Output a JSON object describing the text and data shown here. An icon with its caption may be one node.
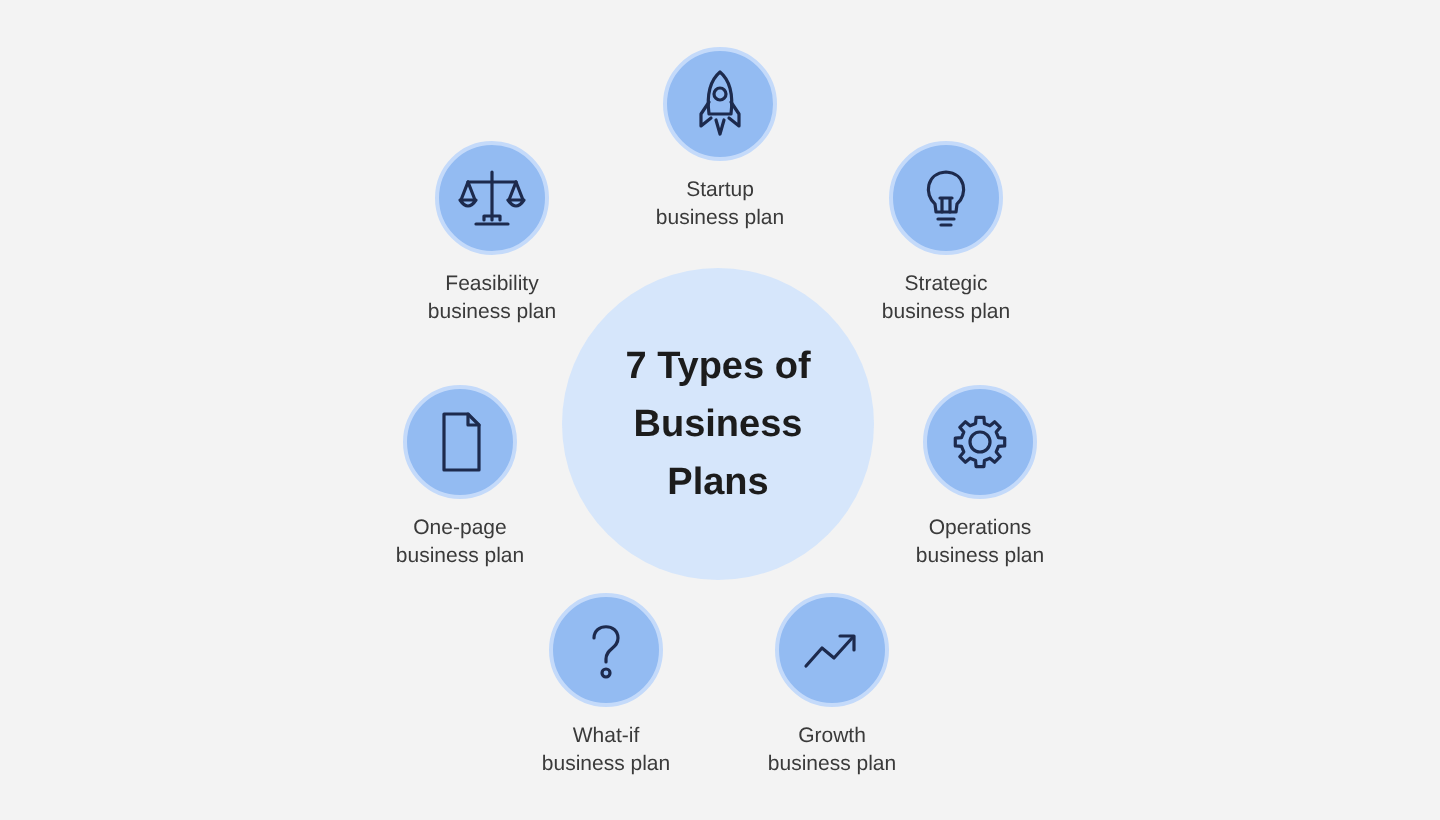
{
  "diagram": {
    "nodes": [
      {
        "text": [
          "Startup business plan"
        ]
      },
      {
        "text": [
          "Feasibility business plan"
        ]
      },
      {
        "text": [
          "Strategic business plan"
        ]
      },
      {
        "text": [
          "7 Types of Business Plans"
        ]
      },
      {
        "text": [
          "One-page business plan"
        ]
      },
      {
        "text": [
          "Operations business plan"
        ]
      },
      {
        "text": [
          "What-if business plan"
        ]
      },
      {
        "text": [
          "Growth business plan"
        ]
      }
    ]
  }
}
